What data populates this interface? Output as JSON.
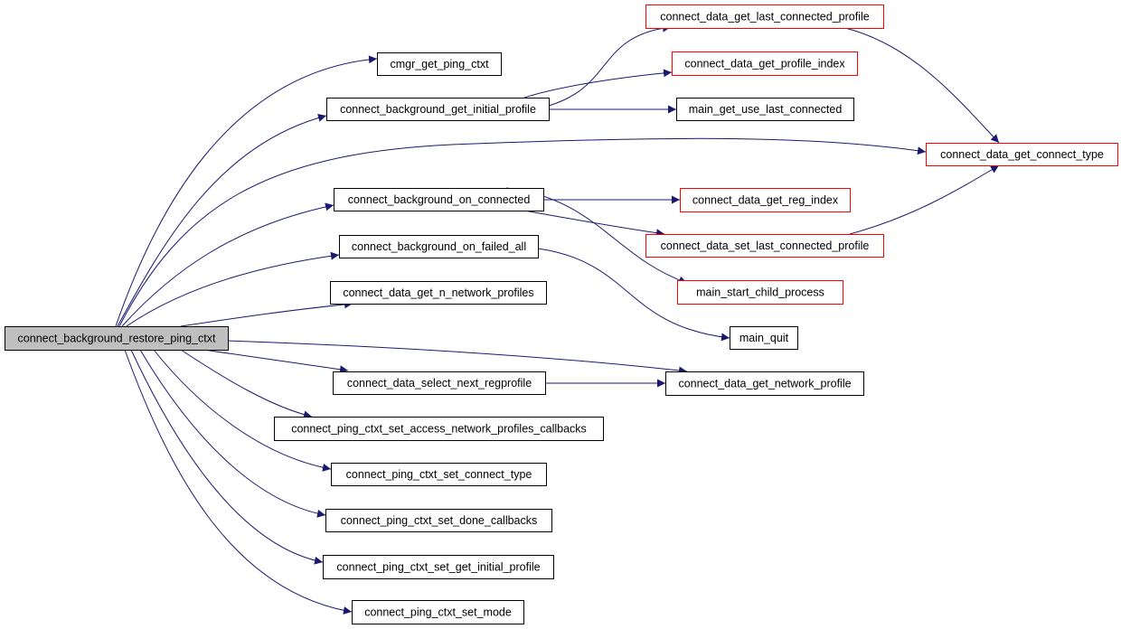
{
  "graph": {
    "colors": {
      "edge": "#191970",
      "root_fill": "#bfbfbf",
      "root_border": "#000000",
      "node_border": "#000000",
      "external_border": "#ff0000",
      "node_fill": "#ffffff"
    },
    "nodes": [
      {
        "id": "root",
        "label": "connect_background_restore_ping_ctxt",
        "kind": "root"
      },
      {
        "id": "cmgr_ping",
        "label": "cmgr_get_ping_ctxt",
        "kind": "normal"
      },
      {
        "id": "bg_initial",
        "label": "connect_background_get_initial_profile",
        "kind": "normal"
      },
      {
        "id": "bg_connected",
        "label": "connect_background_on_connected",
        "kind": "normal"
      },
      {
        "id": "bg_failed",
        "label": "connect_background_on_failed_all",
        "kind": "normal"
      },
      {
        "id": "n_profiles",
        "label": "connect_data_get_n_network_profiles",
        "kind": "normal"
      },
      {
        "id": "select_next",
        "label": "connect_data_select_next_regprofile",
        "kind": "normal"
      },
      {
        "id": "set_access",
        "label": "connect_ping_ctxt_set_access_network_profiles_callbacks",
        "kind": "normal"
      },
      {
        "id": "set_ctype",
        "label": "connect_ping_ctxt_set_connect_type",
        "kind": "normal"
      },
      {
        "id": "set_done",
        "label": "connect_ping_ctxt_set_done_callbacks",
        "kind": "normal"
      },
      {
        "id": "set_get_initial",
        "label": "connect_ping_ctxt_set_get_initial_profile",
        "kind": "normal"
      },
      {
        "id": "set_mode",
        "label": "connect_ping_ctxt_set_mode",
        "kind": "normal"
      },
      {
        "id": "last_conn",
        "label": "connect_data_get_last_connected_profile",
        "kind": "external"
      },
      {
        "id": "profile_index",
        "label": "connect_data_get_profile_index",
        "kind": "external"
      },
      {
        "id": "use_last",
        "label": "main_get_use_last_connected",
        "kind": "normal"
      },
      {
        "id": "connect_type",
        "label": "connect_data_get_connect_type",
        "kind": "external"
      },
      {
        "id": "reg_index",
        "label": "connect_data_get_reg_index",
        "kind": "external"
      },
      {
        "id": "set_last",
        "label": "connect_data_set_last_connected_profile",
        "kind": "external"
      },
      {
        "id": "child_proc",
        "label": "main_start_child_process",
        "kind": "external"
      },
      {
        "id": "main_quit",
        "label": "main_quit",
        "kind": "normal"
      },
      {
        "id": "net_profile",
        "label": "connect_data_get_network_profile",
        "kind": "normal"
      }
    ],
    "edges": [
      {
        "from": "root",
        "to": "cmgr_ping"
      },
      {
        "from": "root",
        "to": "bg_initial"
      },
      {
        "from": "root",
        "to": "connect_type"
      },
      {
        "from": "root",
        "to": "bg_connected"
      },
      {
        "from": "root",
        "to": "bg_failed"
      },
      {
        "from": "root",
        "to": "n_profiles"
      },
      {
        "from": "root",
        "to": "net_profile"
      },
      {
        "from": "root",
        "to": "select_next"
      },
      {
        "from": "root",
        "to": "set_access"
      },
      {
        "from": "root",
        "to": "set_ctype"
      },
      {
        "from": "root",
        "to": "set_done"
      },
      {
        "from": "root",
        "to": "set_get_initial"
      },
      {
        "from": "root",
        "to": "set_mode"
      },
      {
        "from": "bg_initial",
        "to": "last_conn"
      },
      {
        "from": "bg_initial",
        "to": "profile_index"
      },
      {
        "from": "bg_initial",
        "to": "use_last"
      },
      {
        "from": "last_conn",
        "to": "connect_type"
      },
      {
        "from": "bg_connected",
        "to": "reg_index"
      },
      {
        "from": "bg_connected",
        "to": "set_last"
      },
      {
        "from": "bg_connected",
        "to": "child_proc"
      },
      {
        "from": "set_last",
        "to": "connect_type"
      },
      {
        "from": "bg_failed",
        "to": "main_quit"
      },
      {
        "from": "select_next",
        "to": "net_profile"
      }
    ]
  }
}
